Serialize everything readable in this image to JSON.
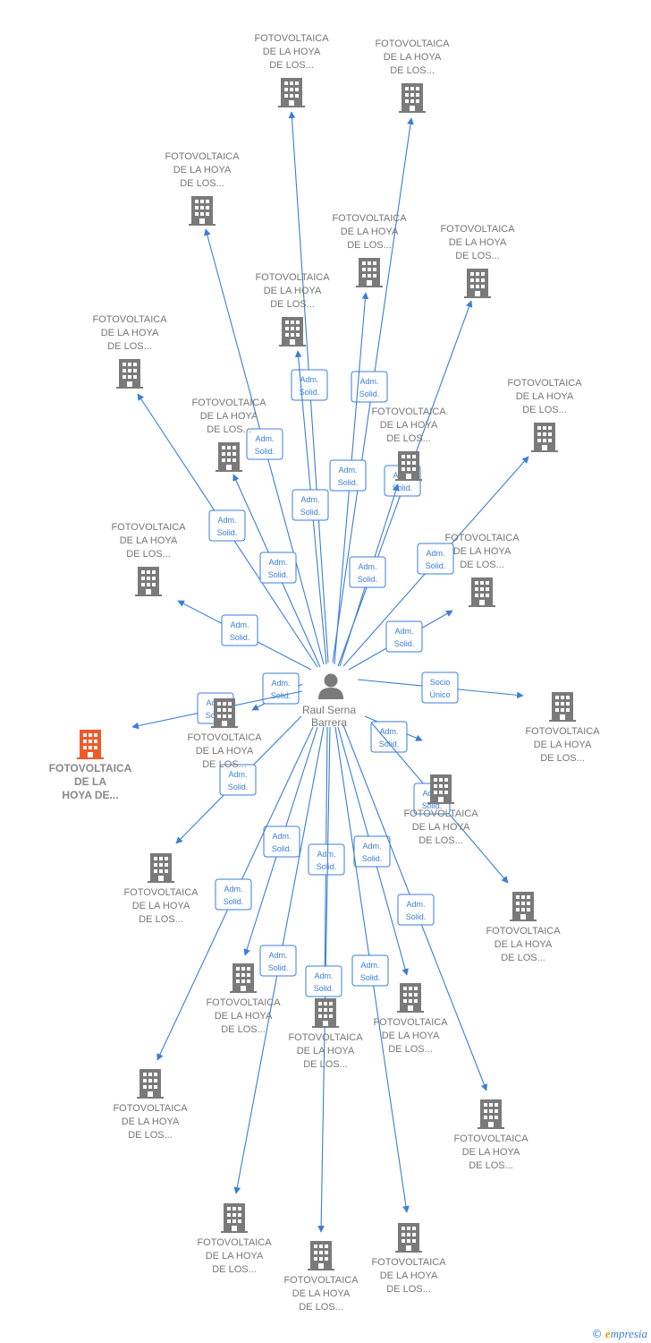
{
  "colors": {
    "edge": "#3b7dd8",
    "building": "#7a7a7a",
    "highlight": "#f05a28",
    "person": "#7a7a7a"
  },
  "center": {
    "name_line1": "Raul Serna",
    "name_line2": "Barrera",
    "icon": "person-icon"
  },
  "default_company": [
    "FOTOVOLTAICA",
    "DE LA HOYA",
    "DE LOS..."
  ],
  "highlight_company": [
    "FOTOVOLTAICA",
    "DE LA",
    "HOYA DE..."
  ],
  "edge_label_default": [
    "Adm.",
    "Solid."
  ],
  "edge_label_socio": [
    "Socio",
    "Único"
  ],
  "footer": {
    "copyright": "©",
    "brand_initial": "e",
    "brand_rest": "mpresia"
  }
}
